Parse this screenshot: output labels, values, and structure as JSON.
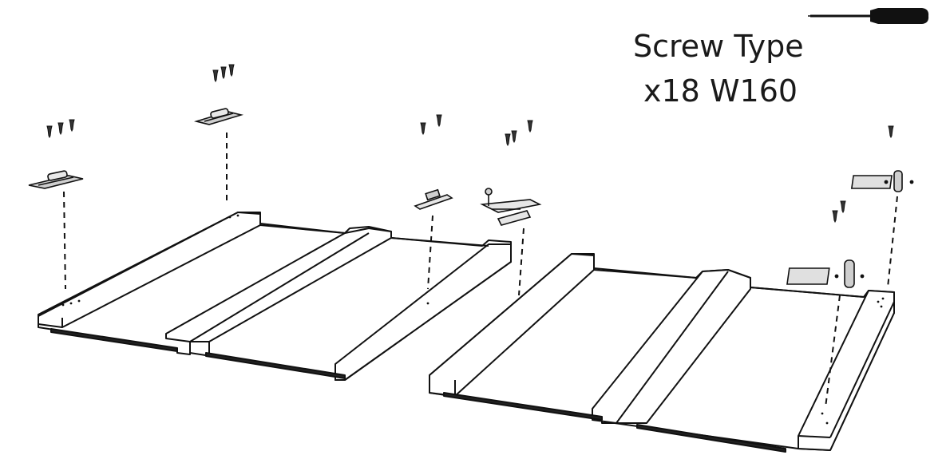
{
  "annotation": {
    "title": "Screw Type",
    "quantity": "x18",
    "code": "W160"
  },
  "colors": {
    "line": "#111111",
    "fill": "#ffffff",
    "hardware": "#cfcfcf",
    "screw": "#333333"
  },
  "icons": [
    "screwdriver-icon",
    "hinge-icon",
    "latch-plate-icon",
    "barrel-bolt-icon",
    "screw-icon"
  ]
}
